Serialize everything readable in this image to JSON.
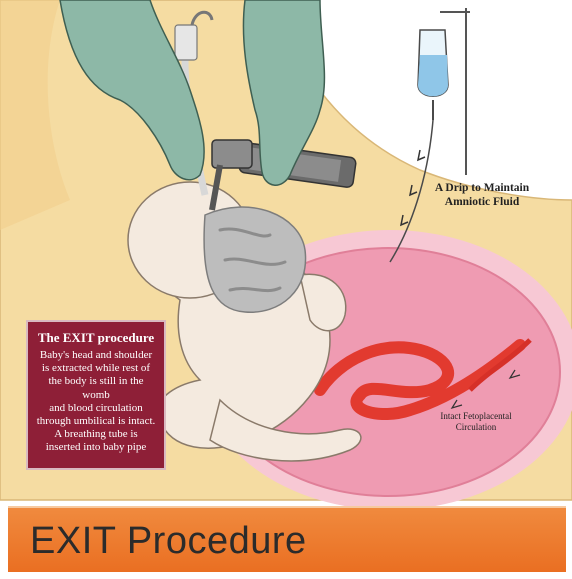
{
  "info_box": {
    "title": "The EXIT procedure",
    "lines": [
      "Baby's head and shoulder",
      "is extracted while rest of",
      "the body is still in the womb",
      "and blood circulation",
      "through umbilical is intact.",
      "A breathing tube is",
      "inserted into baby pipe"
    ]
  },
  "labels": {
    "drip_line1": "A Drip to Maintain",
    "drip_line2": "Amniotic Fluid",
    "circulation_line1": "Intact Fetoplacental",
    "circulation_line2": "Circulation"
  },
  "banner": {
    "title": "EXIT Procedure"
  },
  "colors": {
    "skin_background": "#f4dba0",
    "womb": "#ef9bb2",
    "womb_rim": "#f7c9d6",
    "baby": "#f4eadf",
    "gloves": "#8db8a7",
    "cord": "#e23a2f",
    "info_box": "#8e1f37",
    "banner": "#ec7a2c"
  }
}
